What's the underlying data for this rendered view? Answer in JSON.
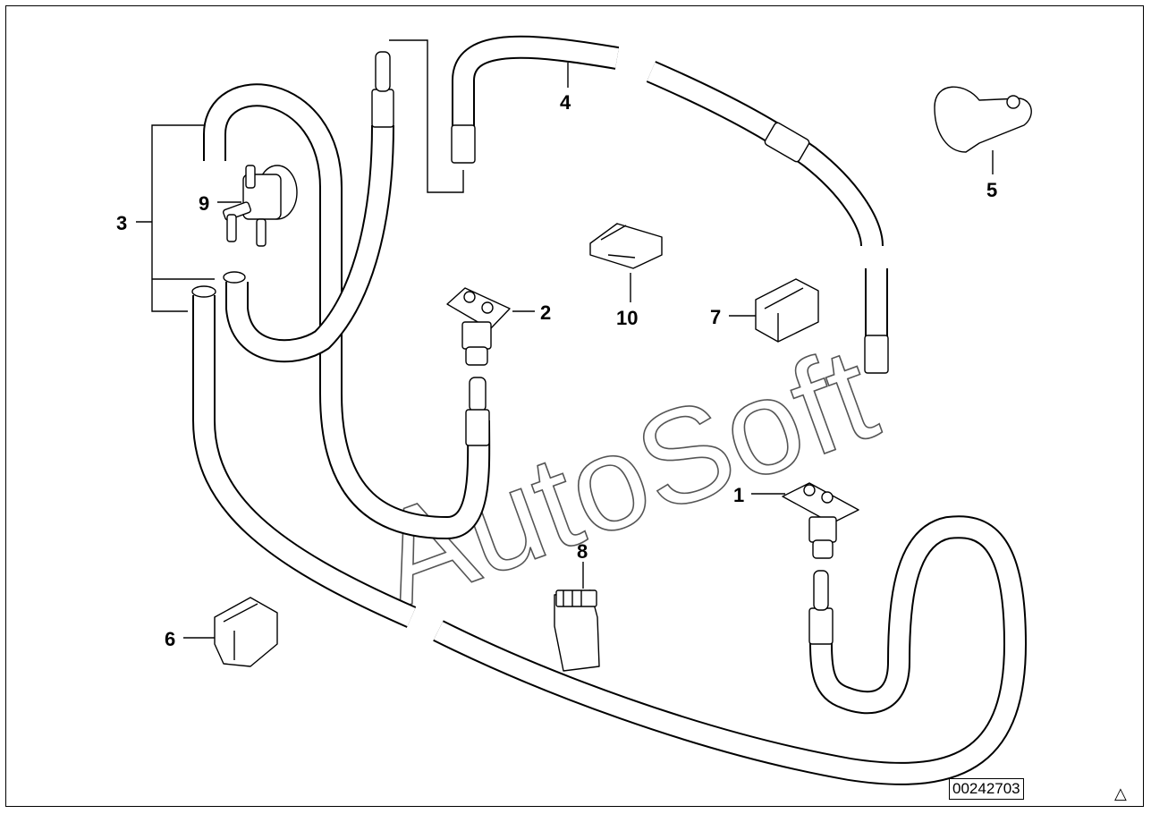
{
  "labels": {
    "p1": "1",
    "p2": "2",
    "p3": "3",
    "p4": "4",
    "p5": "5",
    "p6": "6",
    "p7": "7",
    "p8": "8",
    "p9": "9",
    "p10": "10"
  },
  "watermark": "AutoSoft",
  "document_number": "00242703",
  "corner_symbol": "△"
}
